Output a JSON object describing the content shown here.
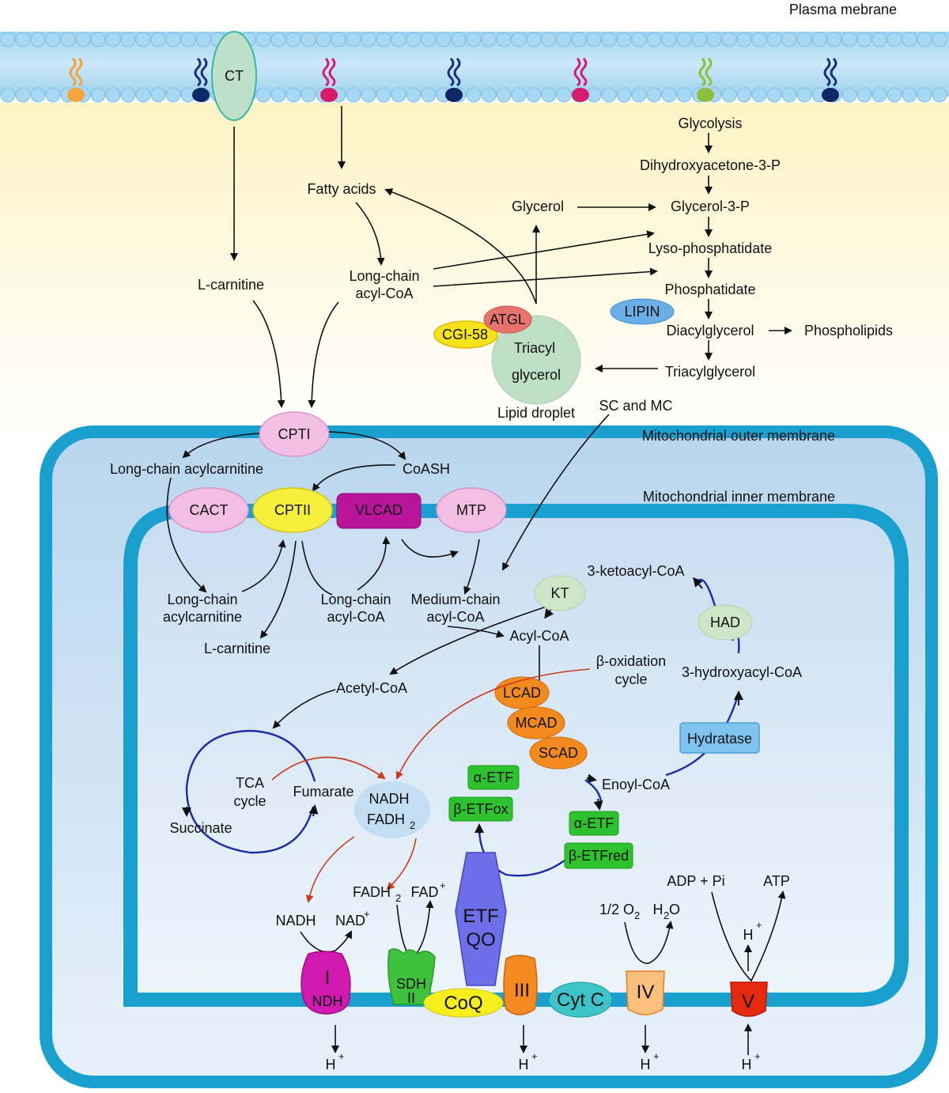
{
  "membrane": {
    "plasma": "Plasma mebrane",
    "outer": "Mitochondrial outer membrane",
    "inner": "Mitochondrial inner membrane"
  },
  "colors": {
    "membrane_blue": "#1aa0cf",
    "matrix_blue": "#cfe3f5",
    "cytosol_yellow": "#fdf6d6",
    "orange_enzyme": "#f28a1e",
    "green_etf": "#2ec22e",
    "red_arrow": "#cc3a1c",
    "blue_arrow": "#1e2aa8"
  },
  "proteins": {
    "ct": "CT",
    "cpt1": "CPTI",
    "cact": "CACT",
    "cpt2": "CPTII",
    "vlcad": "VLCAD",
    "mtp": "MTP",
    "atgl": "ATGL",
    "cgi58": "CGI-58",
    "lipin": "LIPIN",
    "kt": "KT",
    "had": "HAD",
    "hydratase": "Hydratase",
    "lcad": "LCAD",
    "mcad": "MCAD",
    "scad": "SCAD",
    "aetf": "α-ETF",
    "betfox": "β-ETFox",
    "aetf2": "α-ETF",
    "betfred": "β-ETFred",
    "etf": "ETF",
    "qo": "QO",
    "c1": "I",
    "ndh": "NDH",
    "sdh": "SDH",
    "c2": "II",
    "coq": "CoQ",
    "c3": "III",
    "cytc": "Cyt C",
    "c4": "IV",
    "c5": "V"
  },
  "labels": {
    "fatty_acids": "Fatty acids",
    "lcacoa1": "Long-chain",
    "lcacoa2": "acyl-CoA",
    "lcarnitine": "L-carnitine",
    "glycolysis": "Glycolysis",
    "dhap": "Dihydroxyacetone-3-P",
    "glycerol": "Glycerol",
    "g3p": "Glycerol-3-P",
    "lysopa": "Lyso-phosphatidate",
    "pa": "Phosphatidate",
    "dag": "Diacylglycerol",
    "phospholipids": "Phospholipids",
    "tag": "Triacylglycerol",
    "tag_droplet1": "Triacyl",
    "tag_droplet2": "glycerol",
    "lipid_droplet": "Lipid droplet",
    "scmc": "SC and MC",
    "lc_acylcarnitine": "Long-chain acylcarnitine",
    "coash": "CoASH",
    "lca_in1": "Long-chain",
    "lca_in2": "acylcarnitine",
    "lcacoa_in1": "Long-chain",
    "lcacoa_in2": "acyl-CoA",
    "mcacoa1": "Medium-chain",
    "mcacoa2": "acyl-CoA",
    "lcarnitine_in": "L-carnitine",
    "ketoacyl": "3-ketoacyl-CoA",
    "acylcoa": "Acyl-CoA",
    "box1": "β-oxidation",
    "box2": "cycle",
    "hydroxyacyl": "3-hydroxyacyl-CoA",
    "acetylcoa": "Acetyl-CoA",
    "enoyl": "Enoyl-CoA",
    "tca1": "TCA",
    "tca2": "cycle",
    "fumarate": "Fumarate",
    "succinate": "Succinate",
    "nadh_cloud": "NADH",
    "fadh_cloud": "FADH",
    "sub2": "2",
    "nadh": "NADH",
    "nad": "NAD",
    "plus": "+",
    "fadh2": "FADH",
    "fad": "FAD",
    "half_o2": "1/2 O",
    "h2o_h": "H",
    "h2o_o": "O",
    "adp": "ADP +  Pi",
    "atp": "ATP",
    "h": "H"
  }
}
